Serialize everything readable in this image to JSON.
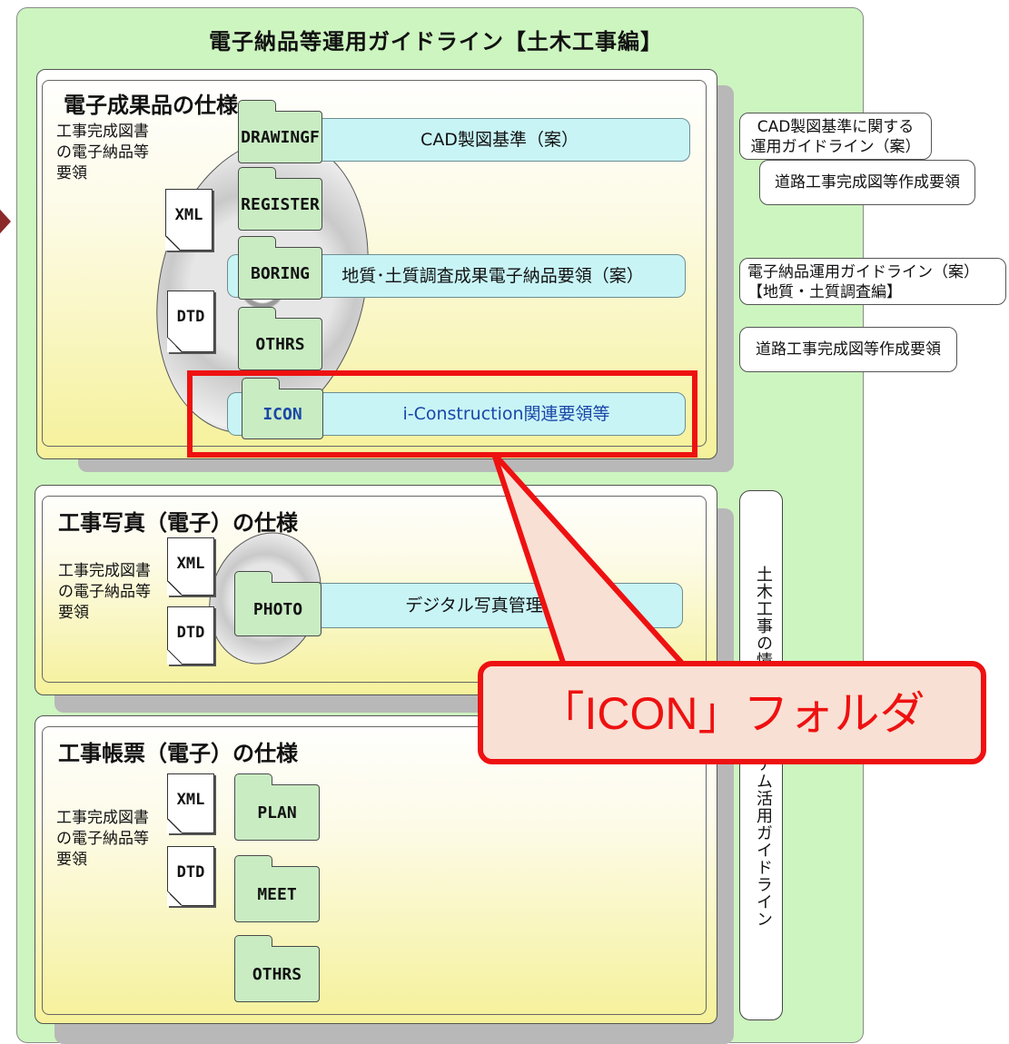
{
  "outer_title": "電子納品等運用ガイドライン【土木工事編】",
  "sections": [
    {
      "title": "電子成果品の仕様",
      "note": "工事完成図書\nの電子納品等\n要領",
      "docs": [
        "XML",
        "DTD"
      ],
      "folders": [
        "DRAWINGF",
        "REGISTER",
        "BORING",
        "OTHRS",
        "ICON"
      ],
      "bars": [
        "CAD製図基準（案）",
        "地質･土質調査成果電子納品要領（案）",
        "i-Construction関連要領等"
      ]
    },
    {
      "title": "工事写真（電子）の仕様",
      "note": "工事完成図書\nの電子納品等\n要領",
      "docs": [
        "XML",
        "DTD"
      ],
      "folders": [
        "PHOTO"
      ],
      "bars": [
        "デジタル写真管理情報"
      ]
    },
    {
      "title": "工事帳票（電子）の仕様",
      "note": "工事完成図書\nの電子納品等\n要領",
      "docs": [
        "XML",
        "DTD"
      ],
      "folders": [
        "PLAN",
        "MEET",
        "OTHRS"
      ]
    }
  ],
  "references": [
    "CAD製図基準に関する\n運用ガイドライン（案）",
    "道路工事完成図等作成要領",
    "電子納品運用ガイドライン（案）\n【地質・土質調査編】",
    "道路工事完成図等作成要領"
  ],
  "vertical_label": "土木工事の情報共有システム活用ガイドライン",
  "callout": "「ICON」フォルダ",
  "colors": {
    "highlight": "#ee1111",
    "callout_bg": "#f9e0d4",
    "outer_bg": "#cdf5c0",
    "bar_bg": "#c8f4f6",
    "folder_bg": "#c9ecc3"
  }
}
